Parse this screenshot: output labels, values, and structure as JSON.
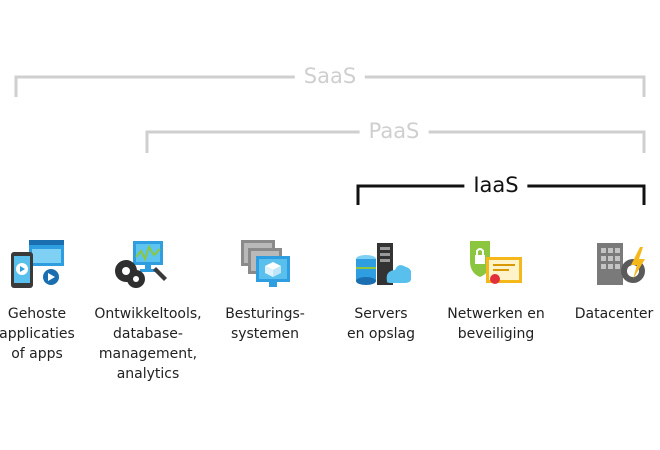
{
  "tiers": {
    "saas": {
      "label": "SaaS",
      "color": "#cfcfcf"
    },
    "paas": {
      "label": "PaaS",
      "color": "#cfcfcf"
    },
    "iaas": {
      "label": "IaaS",
      "color": "#111111"
    }
  },
  "items": [
    {
      "icon": "hosted-apps-icon",
      "lines": [
        "Gehoste",
        "applicaties",
        "of apps"
      ]
    },
    {
      "icon": "devtools-icon",
      "lines": [
        "Ontwikkeltools,",
        "database-",
        "management,",
        "analytics"
      ]
    },
    {
      "icon": "operating-system-icon",
      "lines": [
        "Besturings-",
        "systemen"
      ]
    },
    {
      "icon": "servers-storage-icon",
      "lines": [
        "Servers",
        "en opslag"
      ]
    },
    {
      "icon": "network-security-icon",
      "lines": [
        "Netwerken en",
        "beveiliging"
      ]
    },
    {
      "icon": "datacenter-icon",
      "lines": [
        "Datacenter"
      ]
    }
  ],
  "colors": {
    "azure_blue": "#2e9ee0",
    "dark_gray": "#4a4a4a",
    "lime_green": "#8cc63f",
    "gold": "#f5b81a"
  }
}
